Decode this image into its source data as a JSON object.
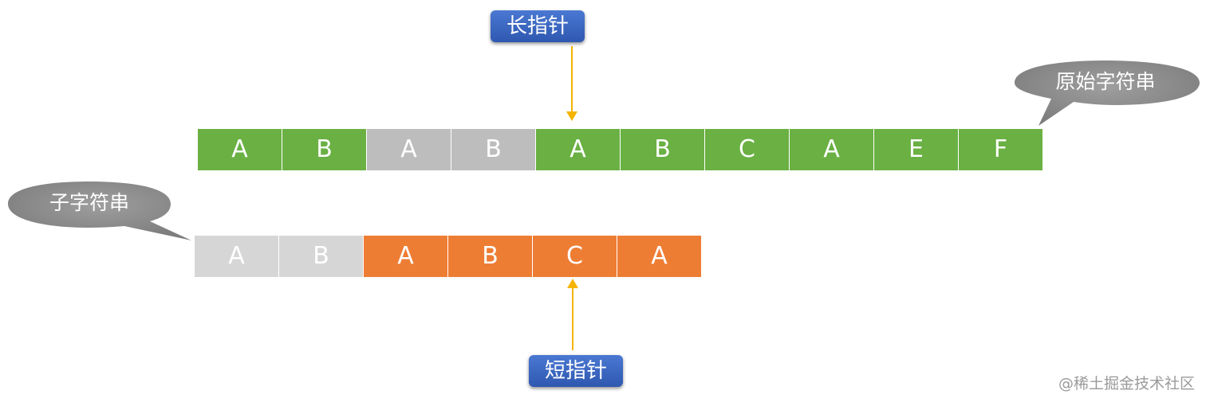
{
  "pointers": {
    "long": {
      "label": "长指针"
    },
    "short": {
      "label": "短指针"
    }
  },
  "bubbles": {
    "original": "原始字符串",
    "substring": "子字符串"
  },
  "main_string": {
    "cells": [
      {
        "char": "A",
        "state": "green"
      },
      {
        "char": "B",
        "state": "green"
      },
      {
        "char": "A",
        "state": "gray"
      },
      {
        "char": "B",
        "state": "gray"
      },
      {
        "char": "A",
        "state": "green"
      },
      {
        "char": "B",
        "state": "green"
      },
      {
        "char": "C",
        "state": "green"
      },
      {
        "char": "A",
        "state": "green"
      },
      {
        "char": "E",
        "state": "green"
      },
      {
        "char": "F",
        "state": "green"
      }
    ]
  },
  "sub_string": {
    "cells": [
      {
        "char": "A",
        "state": "lightgray"
      },
      {
        "char": "B",
        "state": "lightgray"
      },
      {
        "char": "A",
        "state": "orange"
      },
      {
        "char": "B",
        "state": "orange"
      },
      {
        "char": "C",
        "state": "orange"
      },
      {
        "char": "A",
        "state": "orange"
      }
    ]
  },
  "colors": {
    "green": "#6ab043",
    "gray": "#bdbdbd",
    "lightgray": "#d6d6d6",
    "orange": "#ee7d34",
    "arrow": "#f5b400",
    "pointer_bg": "#3a66c0",
    "bubble": "#8c8c8c"
  },
  "watermark": "@稀土掘金技术社区"
}
